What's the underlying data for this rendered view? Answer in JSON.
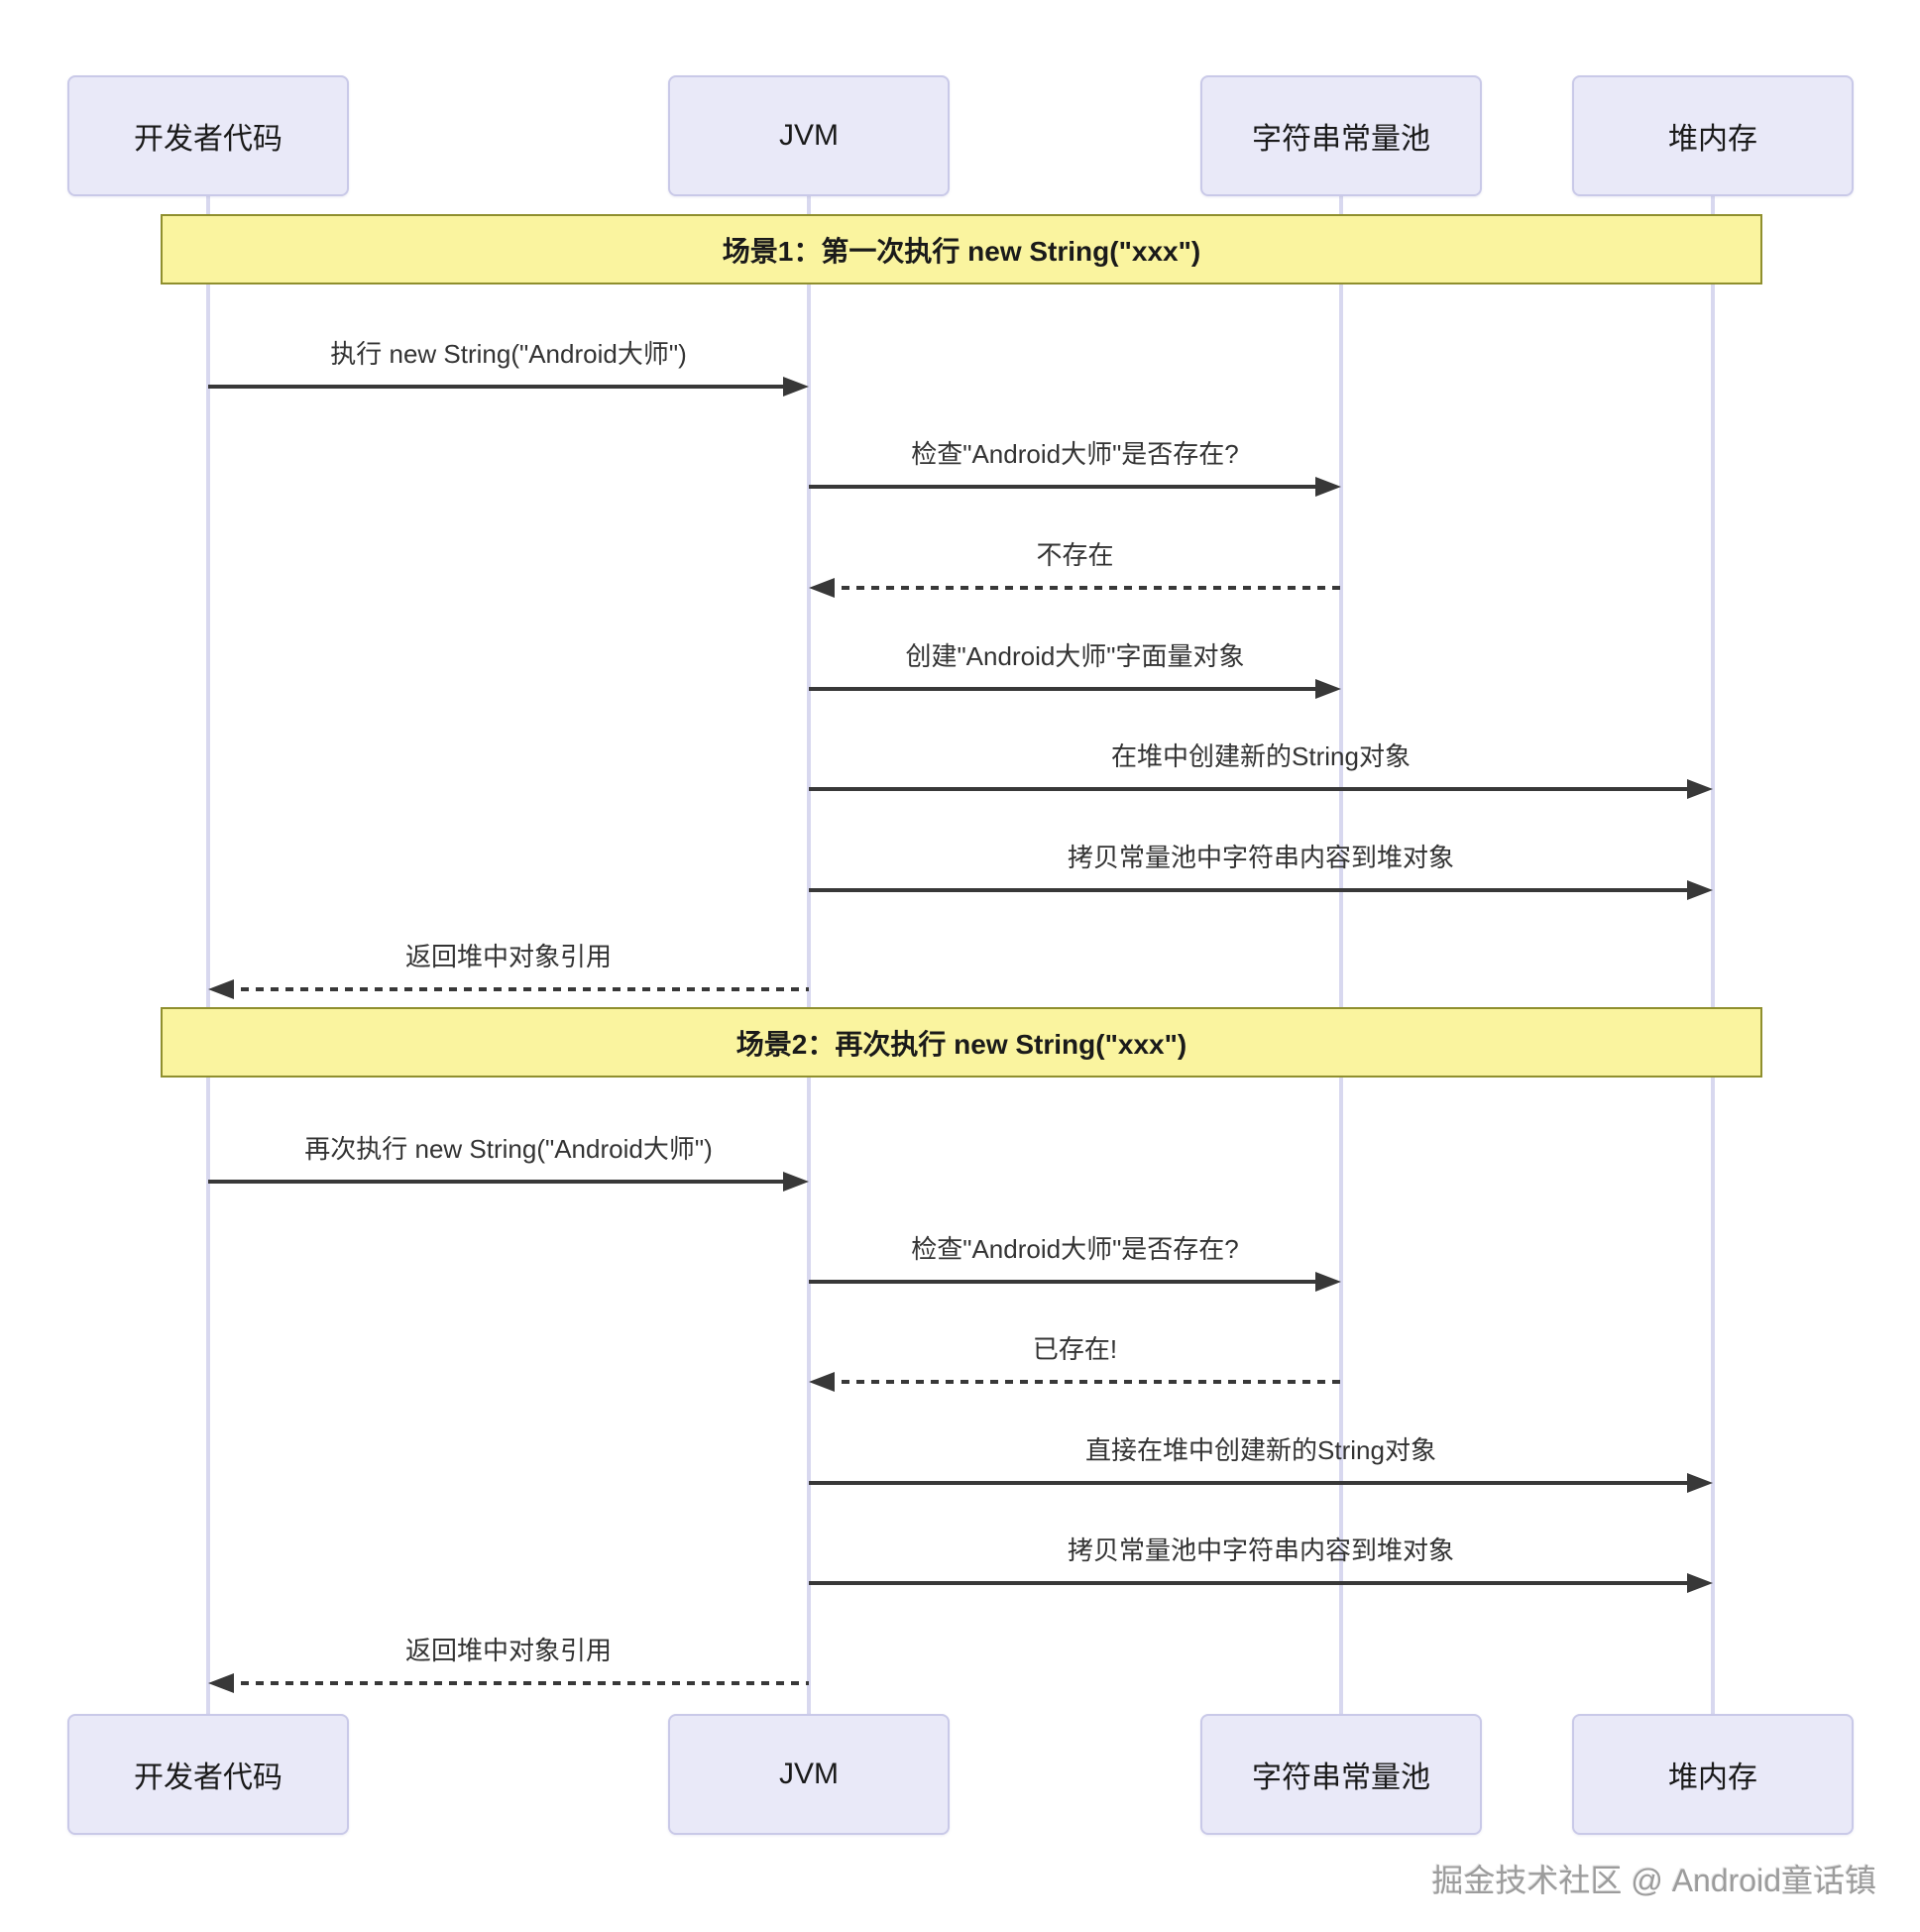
{
  "diagram_type": "sequence-diagram",
  "actors": [
    {
      "label": "开发者代码"
    },
    {
      "label": "JVM"
    },
    {
      "label": "字符串常量池"
    },
    {
      "label": "堆内存"
    }
  ],
  "scenarios": [
    {
      "title": "场景1：第一次执行 new String(\"xxx\")"
    },
    {
      "title": "场景2：再次执行 new String(\"xxx\")"
    }
  ],
  "messages": [
    {
      "from": "开发者代码",
      "to": "JVM",
      "type": "solid",
      "label": "执行 new String(\"Android大师\")"
    },
    {
      "from": "JVM",
      "to": "字符串常量池",
      "type": "solid",
      "label": "检查\"Android大师\"是否存在?"
    },
    {
      "from": "字符串常量池",
      "to": "JVM",
      "type": "dashed",
      "label": "不存在"
    },
    {
      "from": "JVM",
      "to": "字符串常量池",
      "type": "solid",
      "label": "创建\"Android大师\"字面量对象"
    },
    {
      "from": "JVM",
      "to": "堆内存",
      "type": "solid",
      "label": "在堆中创建新的String对象"
    },
    {
      "from": "JVM",
      "to": "堆内存",
      "type": "solid",
      "label": "拷贝常量池中字符串内容到堆对象"
    },
    {
      "from": "JVM",
      "to": "开发者代码",
      "type": "dashed",
      "label": "返回堆中对象引用"
    },
    {
      "from": "开发者代码",
      "to": "JVM",
      "type": "solid",
      "label": "再次执行 new String(\"Android大师\")"
    },
    {
      "from": "JVM",
      "to": "字符串常量池",
      "type": "solid",
      "label": "检查\"Android大师\"是否存在?"
    },
    {
      "from": "字符串常量池",
      "to": "JVM",
      "type": "dashed",
      "label": "已存在!"
    },
    {
      "from": "JVM",
      "to": "堆内存",
      "type": "solid",
      "label": "直接在堆中创建新的String对象"
    },
    {
      "from": "JVM",
      "to": "堆内存",
      "type": "solid",
      "label": "拷贝常量池中字符串内容到堆对象"
    },
    {
      "from": "JVM",
      "to": "开发者代码",
      "type": "dashed",
      "label": "返回堆中对象引用"
    }
  ],
  "watermark": "掘金技术社区 @ Android童话镇",
  "colors": {
    "actor_fill": "#e9e9f8",
    "actor_border": "#c9c9e8",
    "lifeline": "#d8d8ef",
    "band_fill": "#faf49f",
    "band_border": "#8f8f2e",
    "arrow": "#383838",
    "text": "#333333",
    "watermark": "#9c9c9c"
  }
}
